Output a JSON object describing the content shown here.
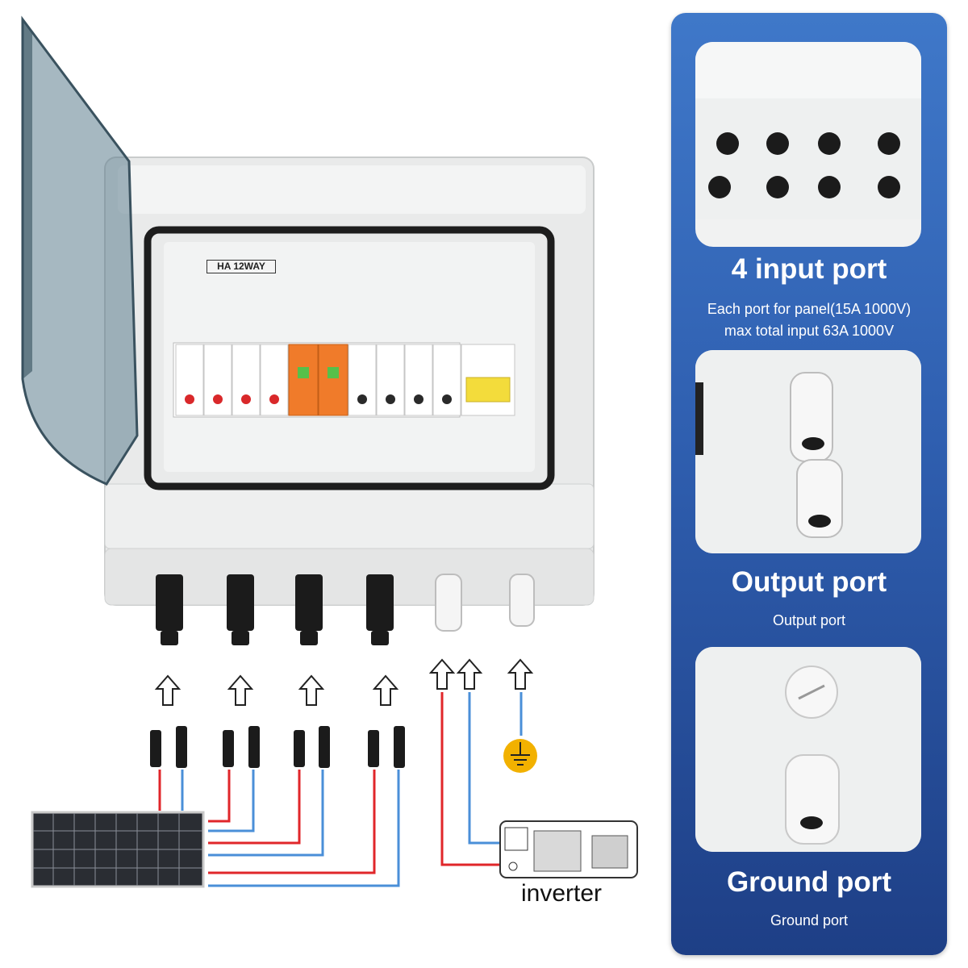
{
  "device": {
    "label_plate": "HA 12WAY"
  },
  "inverter": {
    "label": "inverter"
  },
  "features": [
    {
      "title": "4 input port",
      "lines": [
        "Each port for panel(15A 1000V)",
        "max total input 63A 1000V"
      ]
    },
    {
      "title": "Output port",
      "lines": [
        "Output port"
      ]
    },
    {
      "title": "Ground port",
      "lines": [
        "Ground port"
      ]
    }
  ],
  "colors": {
    "panel_top": "#3f78c9",
    "panel_bottom": "#1e3f86",
    "wire_positive": "#e0262a",
    "wire_negative": "#4a8fd8",
    "ground_symbol": "#f2b100",
    "surge_protector": "#f07b2a",
    "breaker_handle": "#f3dc3b"
  },
  "icons": [
    "up-arrow-icon",
    "ground-icon",
    "solar-panel-icon",
    "inverter-icon",
    "mc4-connector-icon",
    "cable-gland-icon"
  ]
}
